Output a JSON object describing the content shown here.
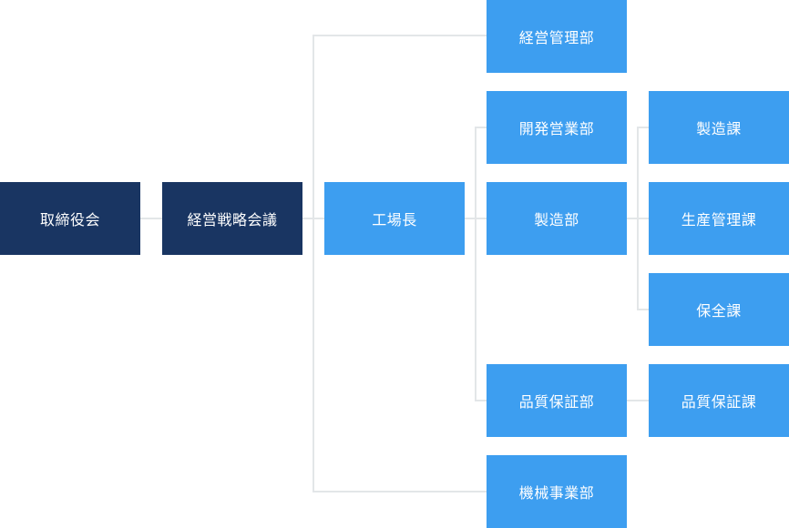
{
  "org": {
    "board": "取締役会",
    "strategy": "経営戦略会議",
    "plant_manager": "工場長",
    "management_dept": "経営管理部",
    "dev_sales_dept": "開発営業部",
    "manufacturing_dept": "製造部",
    "qa_dept": "品質保証部",
    "machinery_dept": "機械事業部",
    "manufacturing_section": "製造課",
    "production_control_section": "生産管理課",
    "maintenance_section": "保全課",
    "qa_section": "品質保証課"
  },
  "colors": {
    "executive": "#193562",
    "unit": "#3d9ef0",
    "connector": "#e3e6e8"
  }
}
